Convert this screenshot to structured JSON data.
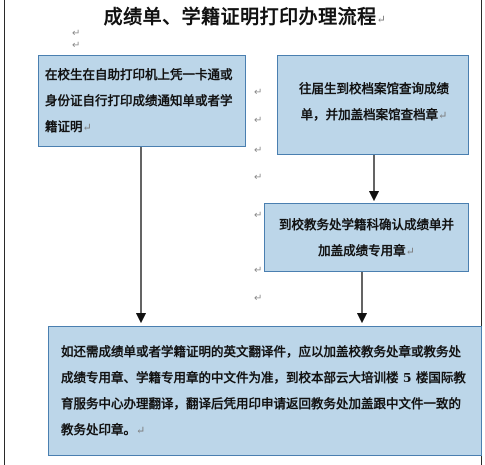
{
  "title": "成绩单、学籍证明打印办理流程",
  "paragraph_mark": "↵",
  "nodes": [
    {
      "id": "self-print",
      "text": "在校生在自助打印机上凭一卡通或身份证自行打印成绩通知单或者学籍证明"
    },
    {
      "id": "graduate-archive",
      "text": "往届生到校档案馆查询成绩单，并加盖档案馆查档章"
    },
    {
      "id": "registrar-confirm",
      "text": "到校教务处学籍科确认成绩单并加盖成绩专用章"
    },
    {
      "id": "translation",
      "text": "如还需成绩单或者学籍证明的英文翻译件，应以加盖校教务处章或教务处成绩专用章、学籍专用章的中文件为准，到校本部云大培训楼 5 楼国际教育服务中心办理翻译，翻译后凭用印申请返回教务处加盖跟中文件一致的教务处印章。"
    }
  ],
  "edges": [
    {
      "from": "self-print",
      "to": "translation"
    },
    {
      "from": "graduate-archive",
      "to": "registrar-confirm"
    },
    {
      "from": "registrar-confirm",
      "to": "translation"
    }
  ]
}
